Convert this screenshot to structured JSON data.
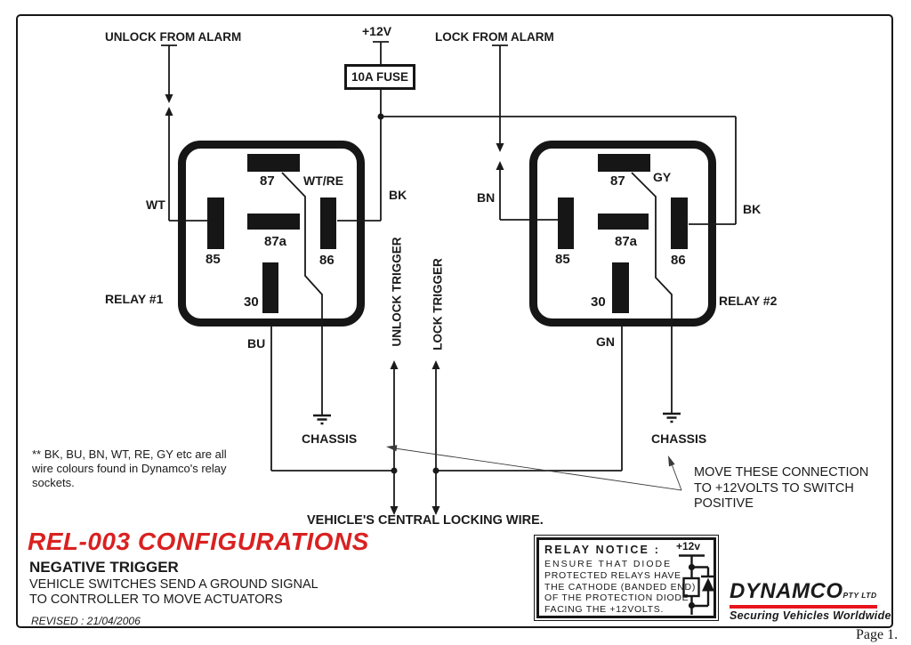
{
  "colors": {
    "ink": "#1a1a1a",
    "title_red": "#d92121",
    "logo_red": "#e8141c"
  },
  "icons": {
    "chassis_ground": "ground-symbol-three-bars",
    "junction": "solder-junction-dot",
    "flow_arrow": "filled-triangle-arrow"
  },
  "header": {
    "unlock_from_alarm": "UNLOCK FROM ALARM",
    "plus_12v": "+12V",
    "lock_from_alarm": "LOCK FROM ALARM",
    "fuse_label": "10A FUSE"
  },
  "relay1": {
    "name": "RELAY #1",
    "pin_87": "87",
    "pin_87a": "87a",
    "pin_85": "85",
    "pin_86": "86",
    "pin_30": "30",
    "wire_in": "WT",
    "wire_87": "WT/RE",
    "wire_86": "BK",
    "wire_30": "BU",
    "chassis": "CHASSIS"
  },
  "relay2": {
    "name": "RELAY #2",
    "pin_87": "87",
    "pin_87a": "87a",
    "pin_85": "85",
    "pin_86": "86",
    "pin_30": "30",
    "wire_in": "BN",
    "wire_87": "GY",
    "wire_86": "BK",
    "wire_30": "GN",
    "chassis": "CHASSIS"
  },
  "triggers": {
    "unlock": "UNLOCK TRIGGER",
    "lock": "LOCK TRIGGER",
    "central_wire": "VEHICLE'S CENTRAL LOCKING WIRE."
  },
  "notes": {
    "wire_colours_1": "** BK, BU, BN, WT, RE, GY  etc are all",
    "wire_colours_2": "wire colours found in Dynamco's relay",
    "wire_colours_3": "sockets.",
    "move_1": "MOVE THESE CONNECTION",
    "move_2": "TO +12VOLTS TO SWITCH",
    "move_3": "POSITIVE"
  },
  "title_block": {
    "title": "REL-003 CONFIGURATIONS",
    "subtitle": "NEGATIVE TRIGGER",
    "description_1": "VEHICLE SWITCHES SEND A GROUND SIGNAL",
    "description_2": "TO CONTROLLER TO MOVE ACTUATORS",
    "revised": "REVISED : 21/04/2006"
  },
  "notice": {
    "title": "RELAY NOTICE :",
    "plus_12v": "+12v",
    "line_1": "ENSURE THAT DIODE",
    "line_2": "PROTECTED RELAYS HAVE",
    "line_3": "THE CATHODE (BANDED END)",
    "line_4": "OF THE PROTECTION DIODE",
    "line_5": "FACING THE +12VOLTS."
  },
  "logo": {
    "brand": "DYNAMCO",
    "suffix": "PTY LTD",
    "tagline": "Securing Vehicles Worldwide"
  },
  "footer": {
    "page": "Page 1."
  }
}
